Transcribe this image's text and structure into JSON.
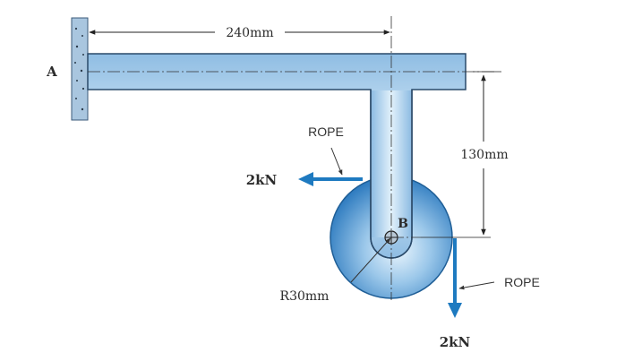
{
  "labels": {
    "point_a": "A",
    "point_b": "B",
    "dim_horizontal": "240mm",
    "dim_vertical": "130mm",
    "radius": "R30mm",
    "rope_top": "ROPE",
    "rope_bottom": "ROPE",
    "force_left": "2kN",
    "force_down": "2kN"
  },
  "colors": {
    "member_fill": "#bcd9f0",
    "member_stroke": "#2a4a6a",
    "pulley_dark": "#2f7cc0",
    "pulley_light": "#d7ebf9",
    "force_arrow": "#1e7ac0",
    "wall_fill": "#a9c6df"
  }
}
